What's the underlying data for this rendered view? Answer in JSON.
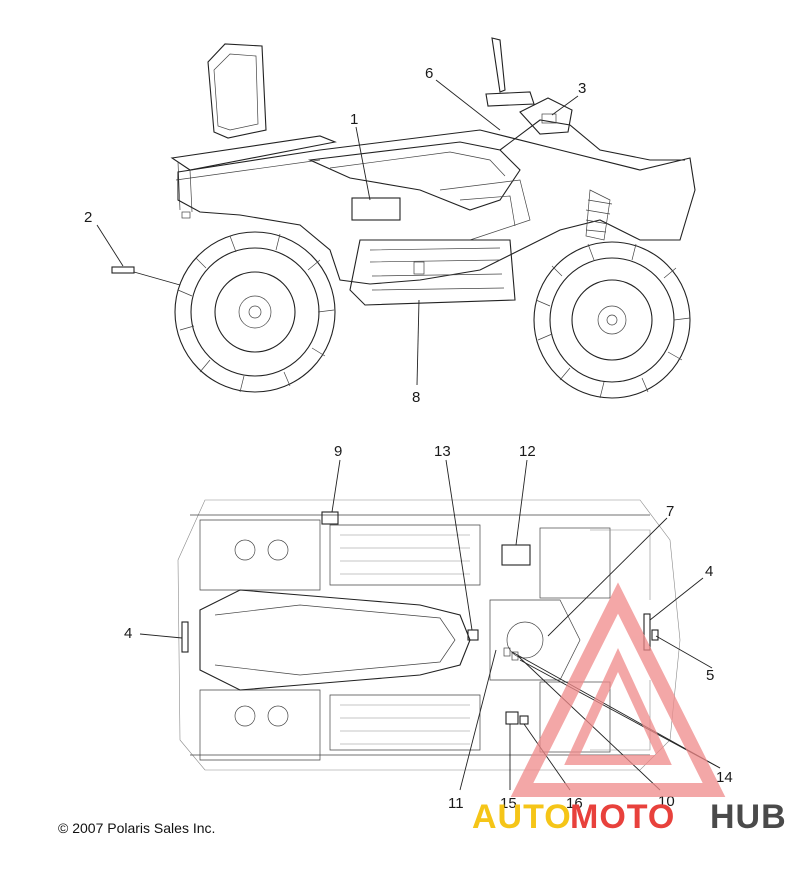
{
  "diagram": {
    "callouts_side_view": [
      "1",
      "2",
      "3",
      "6",
      "8"
    ],
    "callouts_top_view": [
      "4",
      "4",
      "5",
      "7",
      "9",
      "10",
      "11",
      "12",
      "13",
      "14",
      "15",
      "16"
    ],
    "copyright": "© 2007 Polaris Sales Inc."
  },
  "watermark": {
    "logo_part1": "AUTO",
    "logo_part2": "MOTO",
    "logo_part3": "HUB",
    "colors": {
      "auto": "#f5c518",
      "moto": "#e8413c",
      "hub": "#4a4a4a",
      "triangle": "#f08a8a"
    }
  }
}
